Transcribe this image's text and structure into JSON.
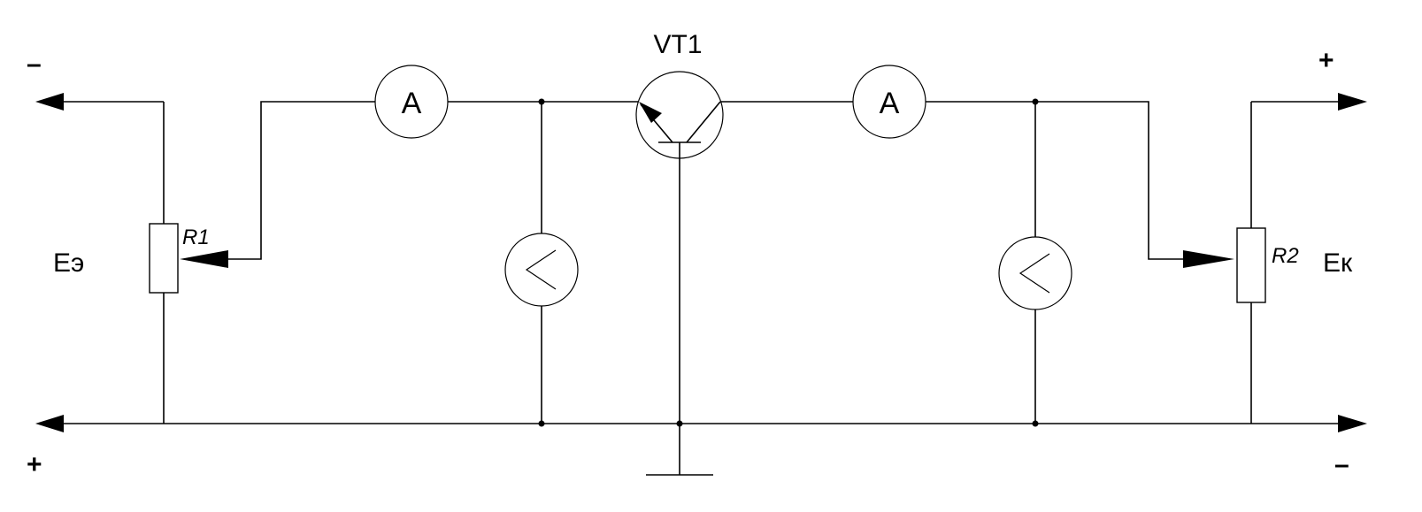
{
  "labels": {
    "transistor": "VT1",
    "emitter_source": "Eэ",
    "collector_source": "Eк",
    "resistor_1": "R1",
    "resistor_2": "R2",
    "ammeter_symbol": "A",
    "plus": "+",
    "minus": "–"
  }
}
